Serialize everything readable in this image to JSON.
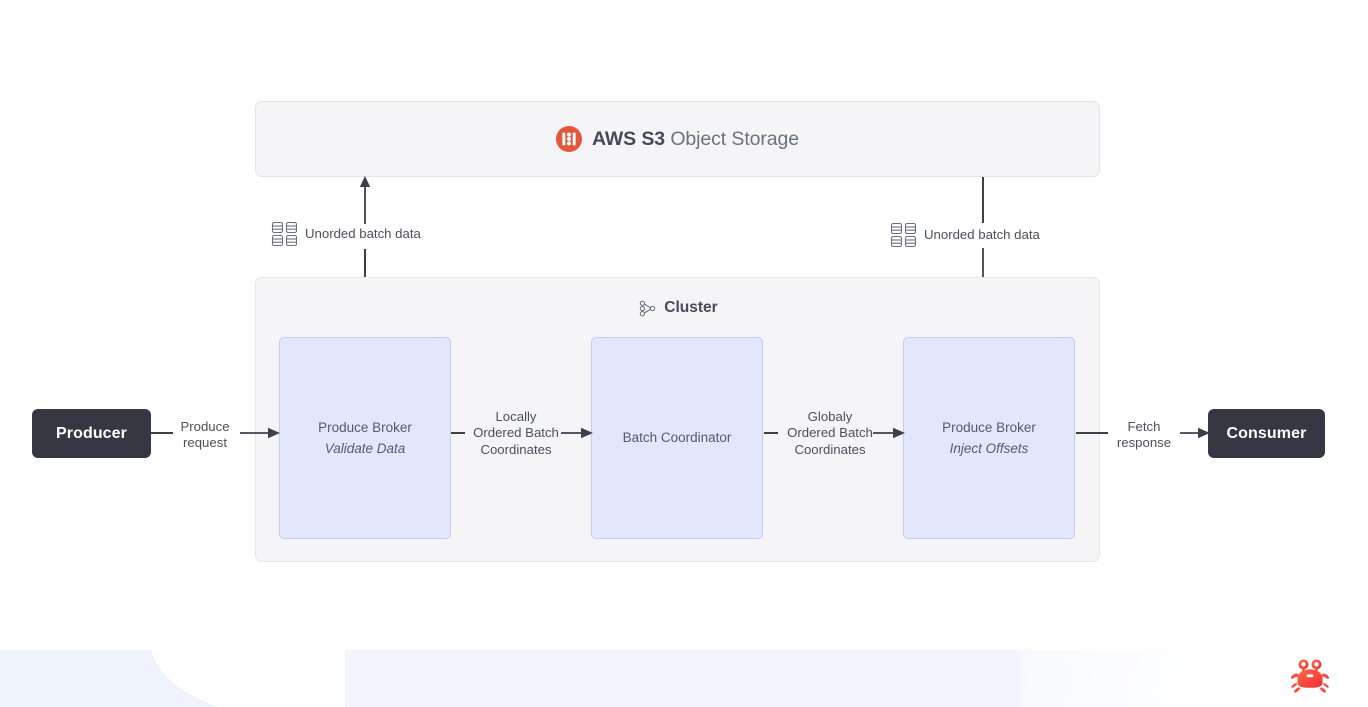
{
  "diagram": {
    "title_visible": false,
    "storage_panel": {
      "icon": "aws-s3-icon",
      "brand": "AWS S3",
      "suffix": "Object Storage"
    },
    "cluster_panel": {
      "icon": "cluster-nodes-icon",
      "label": "Cluster"
    },
    "nodes": [
      {
        "id": "producer",
        "label": "Producer",
        "type": "endpoint"
      },
      {
        "id": "produce-broker-validate",
        "label": "Produce Broker",
        "sublabel": "Validate Data",
        "type": "broker"
      },
      {
        "id": "batch-coordinator",
        "label": "Batch Coordinator",
        "sublabel": "",
        "type": "broker"
      },
      {
        "id": "produce-broker-inject",
        "label": "Produce Broker",
        "sublabel": "Inject Offsets",
        "type": "broker"
      },
      {
        "id": "consumer",
        "label": "Consumer",
        "type": "endpoint"
      }
    ],
    "edges": [
      {
        "id": "produce-request",
        "label": "Produce\nrequest"
      },
      {
        "id": "locally-ordered",
        "label": "Locally\nOrdered Batch\nCoordinates"
      },
      {
        "id": "globaly-ordered",
        "label": "Globaly\nOrdered Batch\nCoordinates"
      },
      {
        "id": "fetch-response",
        "label": "Fetch\nresponse"
      },
      {
        "id": "upload-unorded-batch",
        "label": "Unorded batch data",
        "icon": "database-grid-icon"
      },
      {
        "id": "download-unorded-batch",
        "label": "Unorded batch data",
        "icon": "database-grid-icon"
      }
    ],
    "branding": {
      "logo": "crab-logo"
    },
    "colors": {
      "page_background": "#ffffff",
      "panel_background": "#f5f5f7",
      "panel_border": "#e4e4e8",
      "broker_fill": "#e2e7fb",
      "broker_border": "#c6cdee",
      "endpoint_fill": "#353843",
      "endpoint_text": "#ffffff",
      "connector": "#3d404b",
      "text_primary": "#464b59",
      "text_secondary": "#6b7280",
      "accent_s3": "#e4573d",
      "accent_crab": "#f5453a",
      "footer_band": "#eff3fd"
    }
  }
}
